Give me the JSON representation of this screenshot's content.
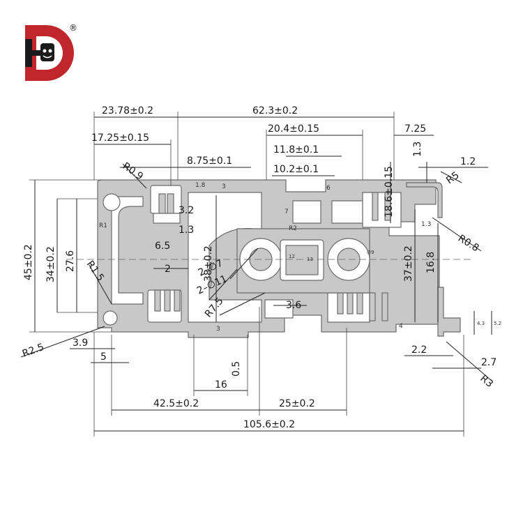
{
  "brand": {
    "trademark": "®",
    "primary_color": "#c0272d",
    "secondary_color": "#1b1b1b"
  },
  "colors": {
    "profile_fill": "#c8c8c8",
    "profile_stroke": "#6a6a6a",
    "dimension_line": "#222222"
  },
  "dimensions": {
    "top_23_78": "23.78±0.2",
    "top_62_3": "62.3±0.2",
    "top_17_25": "17.25±0.15",
    "top_20_4": "20.4±0.15",
    "top_7_25": "7.25",
    "top_11_8": "11.8±0.1",
    "top_8_75": "8.75±0.1",
    "top_10_2": "10.2±0.1",
    "r0_9": "R0.9",
    "v_18_6": "18.6±0.15",
    "v_1_3_top": "1.3",
    "r_1_2": "1.2",
    "r5": "R5",
    "r0_8": "R0.8",
    "v_45": "45±0.2",
    "v_34": "34±0.2",
    "v_27_6": "27.6",
    "v_38": "38±0.2",
    "v_37": "37±0.2",
    "v_16_8": "16.8",
    "d_3_2": "3.2",
    "d_1_3": "1.3",
    "d_6_5": "6.5",
    "d_2": "2",
    "r1_5": "R1.5",
    "phi7": "2–∅7",
    "phi11": "2–∅11",
    "r7_5": "R7.5",
    "d_3_6": "3.6",
    "r2_5": "R2.5",
    "d_3_9": "3.9",
    "d_5": "5",
    "d_0_5": "0.5",
    "d_16": "16",
    "d_2_2": "2.2",
    "d_2_7": "2.7",
    "r3": "R3",
    "b_42_5": "42.5±0.2",
    "b_25": "25±0.2",
    "b_105_6": "105.6±0.2"
  },
  "profile_labels": {
    "l_1_8": "1.8",
    "l_3a": "3",
    "l_6": "6",
    "l_7": "7",
    "l_r1": "R1",
    "l_r2": "R2",
    "l_12": "12",
    "l_13": "13",
    "l_d9": "∅9",
    "l_3b": "3",
    "l_4": "4",
    "l_1_3": "1.3",
    "l_4_3": "4.3",
    "l_5_2": "5.2"
  }
}
